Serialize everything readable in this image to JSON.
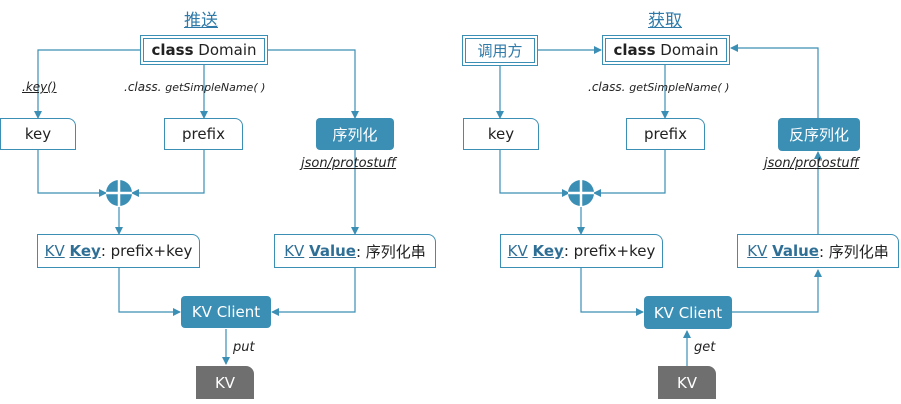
{
  "push": {
    "title": "推送",
    "domain_class": "class",
    "domain_name": "Domain",
    "key_method": ".key()",
    "class_method_a": ".class.",
    "class_method_b": "getSimpleName( )",
    "key": "key",
    "prefix": "prefix",
    "serialize": "序列化",
    "serialize_label": "json/protostuff",
    "kvkey_pre": "KV",
    "kvkey_bold": "Key",
    "kvkey_rest": ": prefix+key",
    "kvvalue_pre": "KV",
    "kvvalue_bold": "Value",
    "kvvalue_rest": ": 序列化串",
    "client": "KV Client",
    "op": "put",
    "store": "KV"
  },
  "get": {
    "title": "获取",
    "caller": "调用方",
    "domain_class": "class",
    "domain_name": "Domain",
    "class_method_a": ".class.",
    "class_method_b": "getSimpleName( )",
    "key": "key",
    "prefix": "prefix",
    "deserialize": "反序列化",
    "deserialize_label": "json/protostuff",
    "kvkey_pre": "KV",
    "kvkey_bold": "Key",
    "kvkey_rest": ": prefix+key",
    "kvvalue_pre": "KV",
    "kvvalue_bold": "Value",
    "kvvalue_rest": ": 序列化串",
    "client": "KV Client",
    "op": "get",
    "store": "KV"
  },
  "colors": {
    "accent": "#3b8fb5",
    "store": "#6f6f6f"
  }
}
